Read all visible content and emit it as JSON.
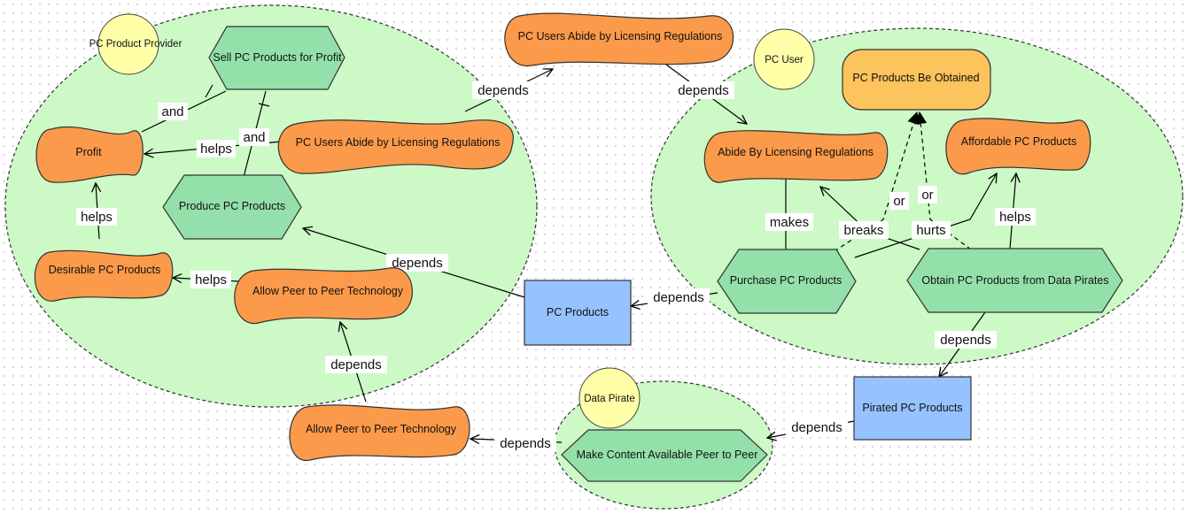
{
  "actors": {
    "provider": "PC Product Provider",
    "user": "PC User",
    "pirate": "Data Pirate"
  },
  "nodes": {
    "sell": "Sell PC Products for Profit",
    "profit": "Profit",
    "users_abide_inner": "PC Users Abide by Licensing Regulations",
    "produce": "Produce PC Products",
    "desirable": "Desirable PC Products",
    "allow_p2p_inner": "Allow Peer to Peer Technology",
    "users_abide_top": "PC Users Abide by Licensing Regulations",
    "pc_products": "PC Products",
    "obtained": "PC Products Be Obtained",
    "abide": "Abide By Licensing Regulations",
    "affordable": "Affordable PC Products",
    "purchase": "Purchase PC Products",
    "obtain_pirates": "Obtain PC Products from Data Pirates",
    "pirated": "Pirated PC Products",
    "allow_p2p_outer": "Allow Peer to Peer Technology",
    "make_content": "Make Content Available Peer to Peer"
  },
  "links": {
    "and1": "and",
    "and2": "and",
    "helps_profit": "helps",
    "helps_desirable_profit": "helps",
    "helps_p2p_desirable": "helps",
    "depends_pc_produce": "depends",
    "depends_p2p": "depends",
    "depends_top_left": "depends",
    "depends_top_right": "depends",
    "depends_purchase_pc": "depends",
    "makes": "makes",
    "breaks": "breaks",
    "or1": "or",
    "or2": "or",
    "hurts": "hurts",
    "helps_affordable": "helps",
    "depends_pirated": "depends",
    "depends_make_pirated": "depends",
    "depends_make_p2p": "depends"
  },
  "colors": {
    "softgoal": "#fb9a4a",
    "task": "#94e0aa",
    "goal": "#fdc35c",
    "resource": "#96c2ff",
    "boundary": "#ccf9c6",
    "actor": "#ffffa8"
  }
}
